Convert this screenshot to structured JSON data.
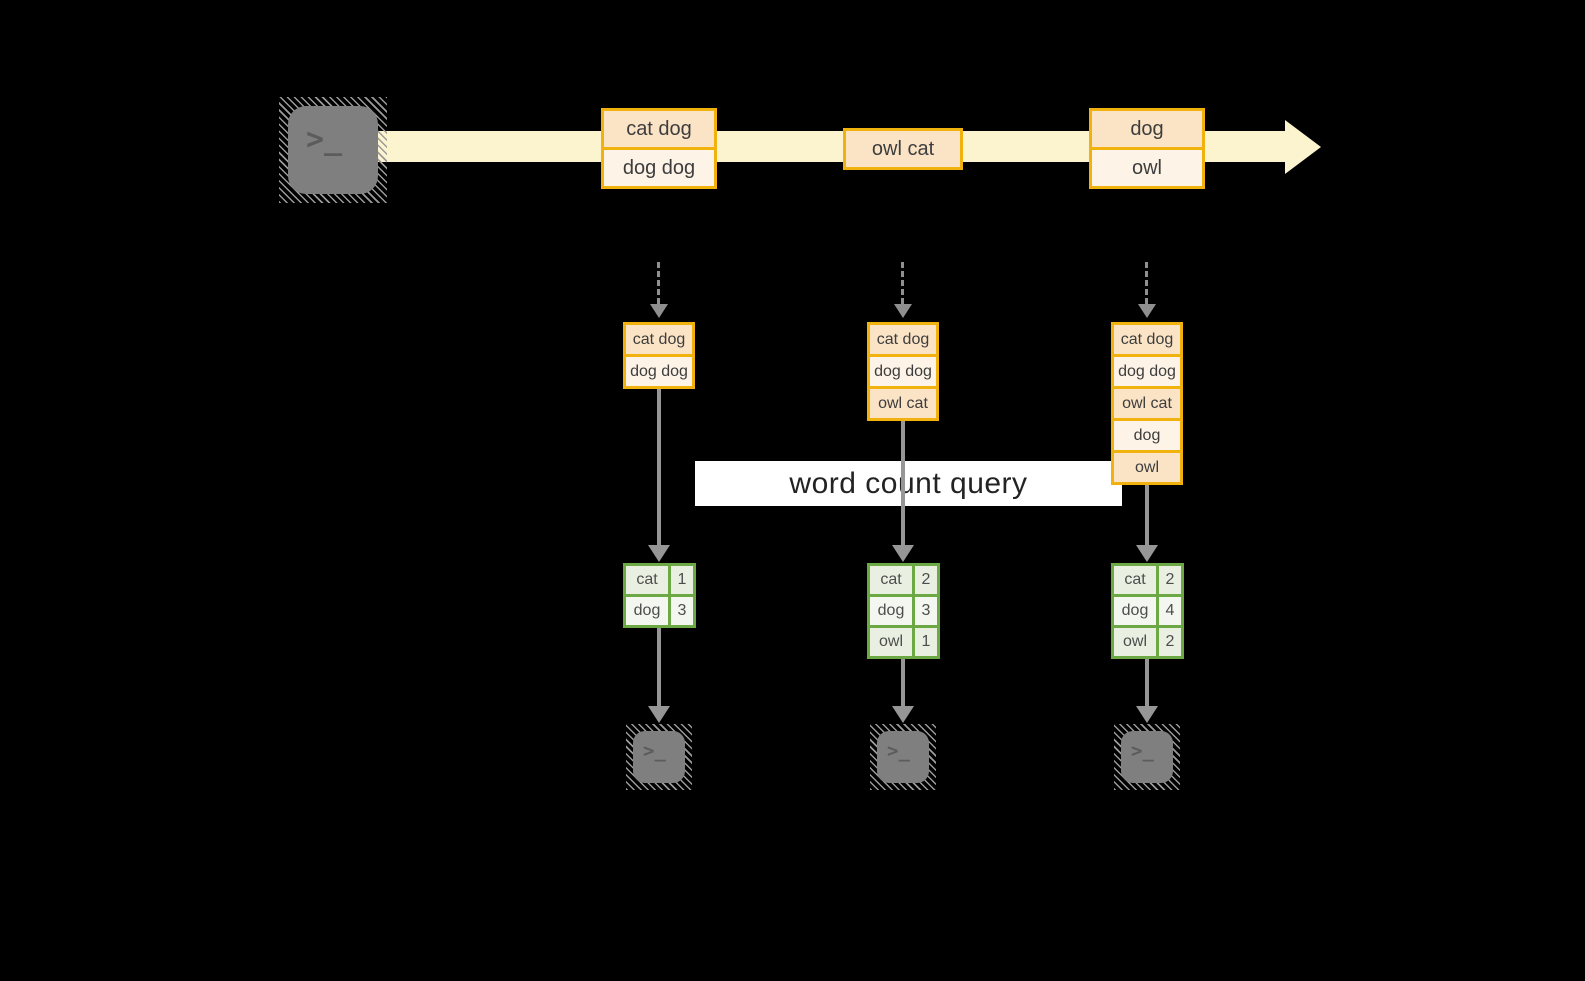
{
  "banner": {
    "label": "word count query"
  },
  "terminal_glyph": ">_",
  "timeline": {
    "events": [
      {
        "rows": [
          "cat dog",
          "dog dog"
        ]
      },
      {
        "rows": [
          "owl cat"
        ]
      },
      {
        "rows": [
          "dog",
          "owl"
        ]
      }
    ]
  },
  "columns": [
    {
      "buffer": [
        "cat dog",
        "dog dog"
      ],
      "counts": [
        {
          "word": "cat",
          "count": "1"
        },
        {
          "word": "dog",
          "count": "3"
        }
      ]
    },
    {
      "buffer": [
        "cat dog",
        "dog dog",
        "owl cat"
      ],
      "counts": [
        {
          "word": "cat",
          "count": "2"
        },
        {
          "word": "dog",
          "count": "3"
        },
        {
          "word": "owl",
          "count": "1"
        }
      ]
    },
    {
      "buffer": [
        "cat dog",
        "dog dog",
        "owl cat",
        "dog",
        "owl"
      ],
      "counts": [
        {
          "word": "cat",
          "count": "2"
        },
        {
          "word": "dog",
          "count": "4"
        },
        {
          "word": "owl",
          "count": "2"
        }
      ]
    }
  ],
  "colors": {
    "background": "#000000",
    "stream_band": "#FCF3CF",
    "gold_border": "#F2B20D",
    "peach_fill": "#FBE4C6",
    "cream_fill": "#FDF3E6",
    "green_border": "#6CA843",
    "green_cell_a": "#E9F0E2",
    "green_cell_b": "#F4F7F0",
    "arrow_gray": "#969696",
    "terminal_gray": "#7F7F7F",
    "banner_bg": "#FFFFFF",
    "text_dark": "#3D3D3D"
  }
}
